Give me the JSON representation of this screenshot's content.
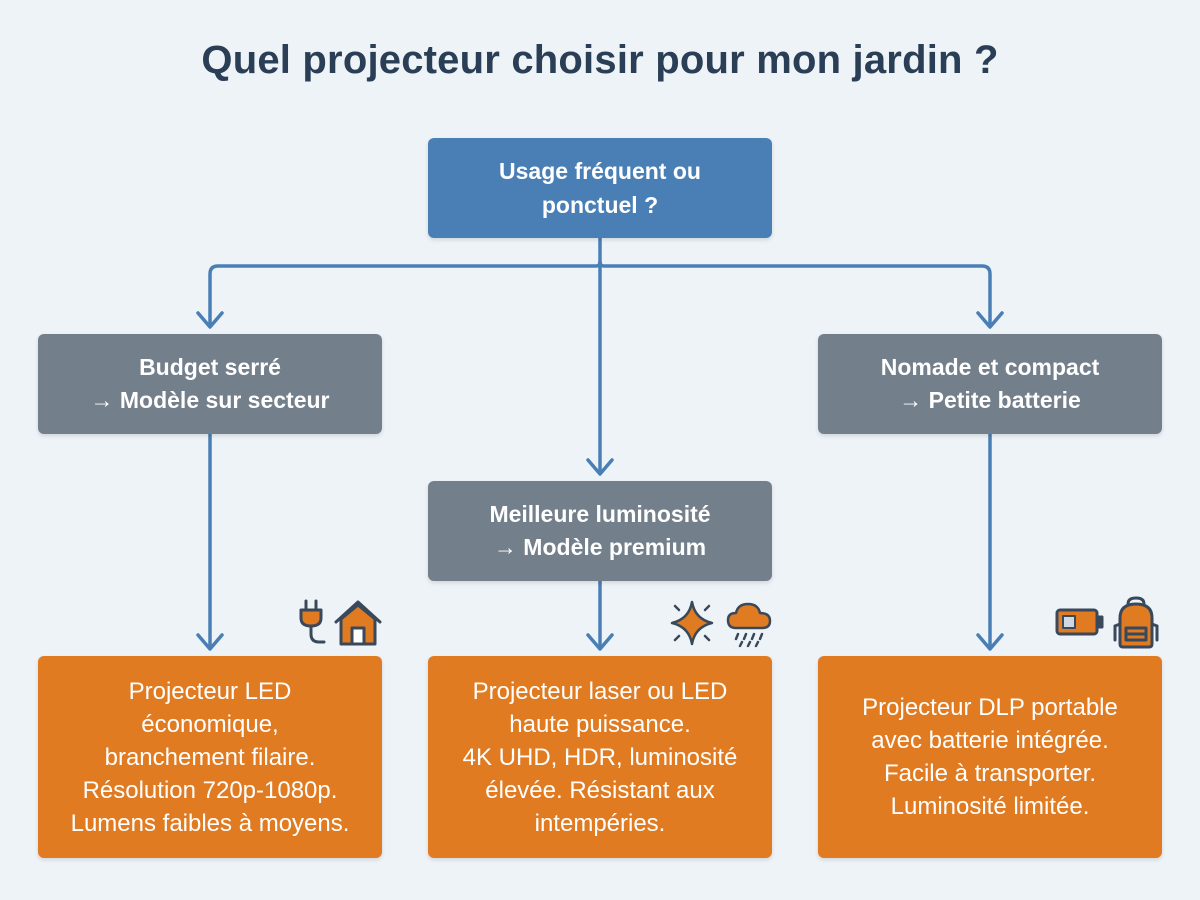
{
  "title": "Quel projecteur choisir pour mon jardin ?",
  "question": {
    "lines": [
      "Usage fréquent ou",
      "ponctuel ?"
    ]
  },
  "options": {
    "left": {
      "lines": [
        "Budget serré",
        "→ Modèle sur secteur"
      ]
    },
    "middle": {
      "lines": [
        "Meilleure luminosité",
        "→ Modèle premium"
      ]
    },
    "right": {
      "lines": [
        "Nomade et compact",
        "→ Petite batterie"
      ]
    }
  },
  "results": {
    "left": {
      "lines": [
        "Projecteur LED",
        "économique,",
        "branchement filaire.",
        "Résolution 720p-1080p.",
        "Lumens faibles à moyens."
      ],
      "icons": [
        "plug-icon",
        "house-icon"
      ]
    },
    "middle": {
      "lines": [
        "Projecteur laser ou LED",
        "haute puissance.",
        "4K UHD, HDR, luminosité",
        "élevée. Résistant aux",
        "intempéries."
      ],
      "icons": [
        "sparkle-icon",
        "rain-cloud-icon"
      ]
    },
    "right": {
      "lines": [
        "Projecteur DLP portable",
        "avec batterie intégrée.",
        "Facile à transporter.",
        "Luminosité limitée."
      ],
      "icons": [
        "battery-icon",
        "backpack-icon"
      ]
    }
  },
  "colors": {
    "background": "#eef3f8",
    "title": "#2a3e55",
    "question_box": "#4a7fb5",
    "option_box": "#737f8b",
    "result_box": "#e07b21",
    "connector": "#4a7fb5",
    "icon_stroke": "#39495b",
    "icon_fill": "#e07b21"
  }
}
